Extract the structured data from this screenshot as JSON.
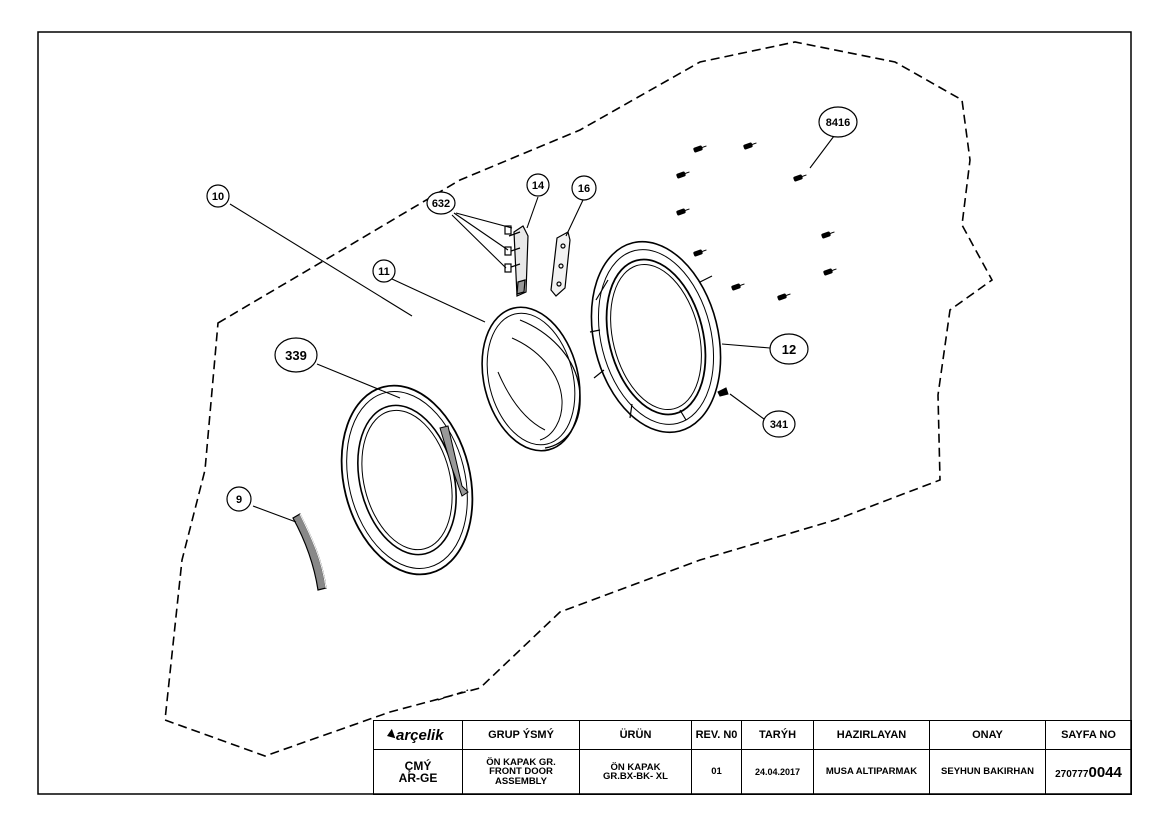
{
  "callouts": {
    "c10": "10",
    "c632": "632",
    "c14": "14",
    "c16": "16",
    "c8416": "8416",
    "c11": "11",
    "c339": "339",
    "c12": "12",
    "c341": "341",
    "c9": "9"
  },
  "title_block": {
    "logo": "arçelik",
    "headers": {
      "group": "GRUP ÝSMÝ",
      "product": "ÜRÜN",
      "rev": "REV. N0",
      "date": "TARÝH",
      "prepared": "HAZIRLAYAN",
      "approval": "ONAY",
      "page": "SAYFA NO"
    },
    "values": {
      "dept_line1": "ÇMÝ",
      "dept_line2": "AR-GE",
      "group_line1": "ÖN KAPAK GR.",
      "group_line2": "FRONT DOOR",
      "group_line3": "ASSEMBLY",
      "product_line1": "ÖN KAPAK",
      "product_line2": "GR.BX-BK- XL",
      "rev": "01",
      "date": "24.04.2017",
      "prepared": "MUSA ALTIPARMAK",
      "approval": "SEYHUN BAKIRHAN",
      "page_prefix": "270777",
      "page_number": "0044"
    }
  }
}
